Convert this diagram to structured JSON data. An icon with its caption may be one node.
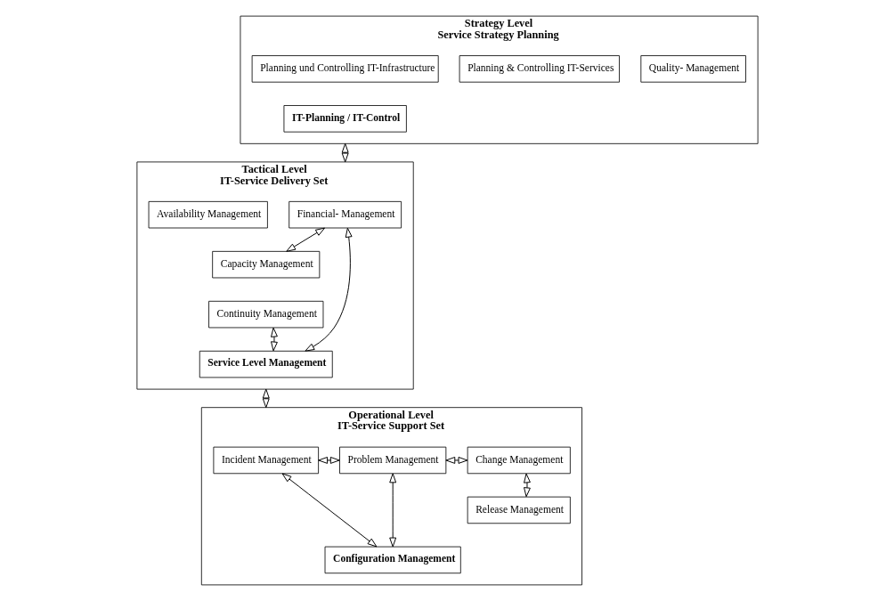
{
  "diagram": {
    "nodes": [
      {
        "text": [
          "Strategy Level",
          "Service Strategy Planning"
        ]
      },
      {
        "text": [
          "Quality- Management"
        ],
        "in": 0
      },
      {
        "text": [
          "Planning & Controlling IT-Services"
        ],
        "in": 0
      },
      {
        "text": [
          "Planning und Controlling IT-Infrastructure"
        ],
        "in": 0
      },
      {
        "text": [
          "IT-Planning / IT-Control"
        ],
        "in": 0
      },
      {
        "text": [
          "Tactical Level",
          "IT-Service Delivery Set"
        ]
      },
      {
        "text": [
          "Financial- Management"
        ],
        "in": 5
      },
      {
        "text": [
          "Availability Management"
        ],
        "in": 5
      },
      {
        "text": [
          "Capacity Management"
        ],
        "in": 5
      },
      {
        "text": [
          "Continuity Management"
        ],
        "in": 5
      },
      {
        "text": [
          "Service Level Management"
        ],
        "in": 5
      },
      {
        "text": [
          "Operational Level",
          "IT-Service Support Set"
        ]
      },
      {
        "text": [
          "Incident Management"
        ],
        "in": 11
      },
      {
        "text": [
          "Problem Management"
        ],
        "in": 11
      },
      {
        "text": [
          "Change Management"
        ],
        "in": 11
      },
      {
        "text": [
          "Release Management"
        ],
        "in": 11
      },
      {
        "text": [
          "Configuration Management"
        ],
        "in": 11
      }
    ],
    "edges": [
      {
        "from": 0,
        "to": 5,
        "arrow": "both"
      },
      {
        "from": 6,
        "to": 8,
        "arrow": "both"
      },
      {
        "from": 6,
        "to": 10,
        "arrow": "both"
      },
      {
        "from": 9,
        "to": 10,
        "arrow": "both"
      },
      {
        "from": 5,
        "to": 11,
        "arrow": "both"
      },
      {
        "from": 12,
        "to": 13,
        "arrow": "both"
      },
      {
        "from": 13,
        "to": 14,
        "arrow": "both"
      },
      {
        "from": 14,
        "to": 15,
        "arrow": "both"
      },
      {
        "from": 12,
        "to": 16,
        "arrow": "both"
      },
      {
        "from": 13,
        "to": 16,
        "arrow": "both"
      }
    ]
  }
}
